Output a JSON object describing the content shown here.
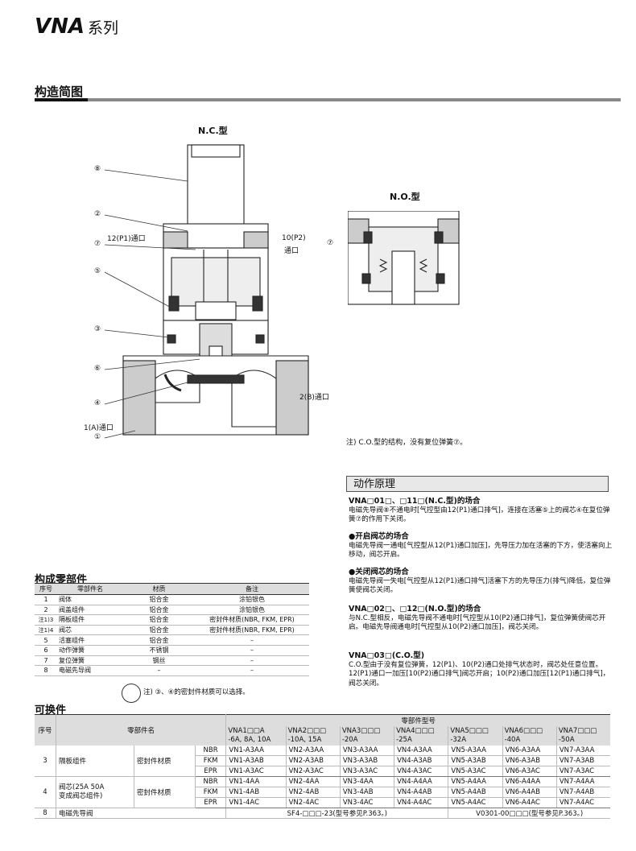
{
  "header": {
    "model": "VNA",
    "series_suffix": "系列"
  },
  "section": {
    "title": "构造简图"
  },
  "diagram": {
    "nc_title": "N.C.型",
    "no_title": "N.O.型",
    "callouts": [
      "⑧",
      "②",
      "⑦",
      "⑤",
      "③",
      "⑥",
      "④",
      "①",
      "⑦"
    ],
    "port_12": "12(P1)通口",
    "port_10": "10(P2)",
    "port_10b": "通口",
    "port_2": "2(B)通口",
    "port_1": "1(A)通口",
    "co_note": "注) C.O.型的结构，没有复位弹簧⑦。"
  },
  "principle": {
    "title": "动作原理",
    "blocks": [
      {
        "head": "VNA□01□、□11□(N.C.型)的场合",
        "text": "电磁先导阀⑧不通电时[气控型由12(P1)通口排气]，连接在活塞⑤上的阀芯④在复位弹簧⑦的作用下关闭。"
      },
      {
        "head": "●开启阀芯的场合",
        "text": "电磁先导阀一通电[气控型从12(P1)通口加压]，先导压力加在活塞的下方，使活塞向上移动，阀芯开启。"
      },
      {
        "head": "●关闭阀芯的场合",
        "text": "电磁先导阀一失电[气控型从12(P1)通口排气]活塞下方的先导压力(排气)降低，复位弹簧使阀芯关闭。"
      },
      {
        "head": "VNA□02□、□12□(N.O.型)的场合",
        "text": "与N.C.型相反，电磁先导阀不通电时[气控型从10(P2)通口排气]，复位弹簧使阀芯开启。电磁先导阀通电时[气控型从10(P2)通口加压]，阀芯关闭。"
      },
      {
        "head": "VNA□03□(C.O.型)",
        "text": "C.O.型由于没有复位弹簧，12(P1)、10(P2)通口处排气状态时，阀芯处任意位置。12(P1)通口一加压[10(P2)通口排气]阀芯开启；10(P2)通口加压[12(P1)通口排气]，阀芯关闭。"
      }
    ]
  },
  "parts": {
    "title": "构成零部件",
    "headers": [
      "序号",
      "零部件名",
      "材质",
      "备注"
    ],
    "rows": [
      [
        "1",
        "阀体",
        "铝合金",
        "涂铂银色"
      ],
      [
        "2",
        "阀盖组件",
        "铝合金",
        "涂铂银色"
      ],
      [
        "注1)3",
        "隔板组件",
        "铝合金",
        "密封件材质(NBR, FKM, EPR)"
      ],
      [
        "注1)4",
        "阀芯",
        "铝合金",
        "密封件材质(NBR, FKM, EPR)"
      ],
      [
        "5",
        "活塞组件",
        "铝合金",
        "–"
      ],
      [
        "6",
        "动作弹簧",
        "不锈钢",
        "–"
      ],
      [
        "7",
        "复位弹簧",
        "钢丝",
        "–"
      ],
      [
        "8",
        "电磁先导阀",
        "–",
        "–"
      ]
    ],
    "note": "注) ③、④的密封件材质可以选择。"
  },
  "replace": {
    "title": "可换件",
    "col_no": "序号",
    "col_name": "零部件名",
    "col_model": "零部件型号",
    "models": [
      "VNA1□□A\n-6A, 8A, 10A",
      "VNA2□□□\n-10A, 15A",
      "VNA3□□□\n-20A",
      "VNA4□□□\n-25A",
      "VNA5□□□\n-32A",
      "VNA6□□□\n-40A",
      "VNA7□□□\n-50A"
    ],
    "seal_label": "密封件材质",
    "groups": [
      {
        "no": "3",
        "name": "隔板组件",
        "rows": [
          {
            "seal": "NBR",
            "vals": [
              "VN1-A3AA",
              "VN2-A3AA",
              "VN3-A3AA",
              "VN4-A3AA",
              "VN5-A3AA",
              "VN6-A3AA",
              "VN7-A3AA"
            ]
          },
          {
            "seal": "FKM",
            "vals": [
              "VN1-A3AB",
              "VN2-A3AB",
              "VN3-A3AB",
              "VN4-A3AB",
              "VN5-A3AB",
              "VN6-A3AB",
              "VN7-A3AB"
            ]
          },
          {
            "seal": "EPR",
            "vals": [
              "VN1-A3AC",
              "VN2-A3AC",
              "VN3-A3AC",
              "VN4-A3AC",
              "VN5-A3AC",
              "VN6-A3AC",
              "VN7-A3AC"
            ]
          }
        ]
      },
      {
        "no": "4",
        "name": "阀芯(25A  50A\n变成阀芯组件)",
        "rows": [
          {
            "seal": "NBR",
            "vals": [
              "VN1-4AA",
              "VN2-4AA",
              "VN3-4AA",
              "VN4-A4AA",
              "VN5-A4AA",
              "VN6-A4AA",
              "VN7-A4AA"
            ]
          },
          {
            "seal": "FKM",
            "vals": [
              "VN1-4AB",
              "VN2-4AB",
              "VN3-4AB",
              "VN4-A4AB",
              "VN5-A4AB",
              "VN6-A4AB",
              "VN7-A4AB"
            ]
          },
          {
            "seal": "EPR",
            "vals": [
              "VN1-4AC",
              "VN2-4AC",
              "VN3-4AC",
              "VN4-A4AC",
              "VN5-A4AC",
              "VN6-A4AC",
              "VN7-A4AC"
            ]
          }
        ]
      }
    ],
    "row8": {
      "no": "8",
      "name": "电磁先导阀",
      "left": "SF4-□□□-23(型号参见P.363。)",
      "right": "V0301-00□□□(型号参见P.363。)"
    }
  }
}
